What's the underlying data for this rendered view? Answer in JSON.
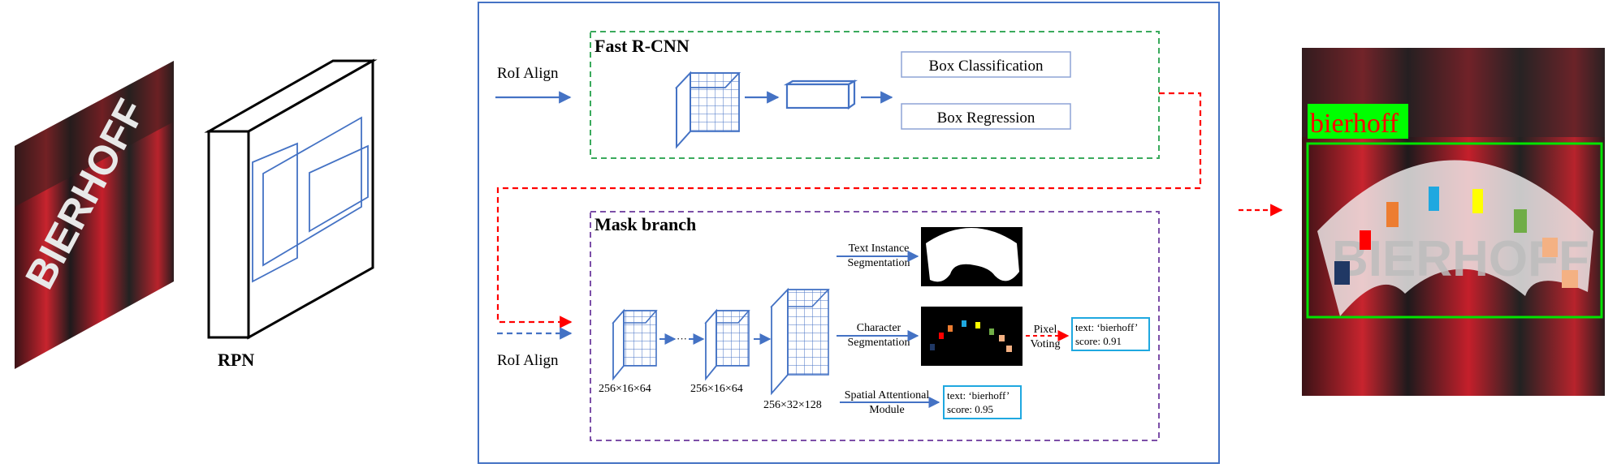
{
  "rpn_label": "RPN",
  "roi_align_top": "RoI Align",
  "roi_align_bottom": "RoI Align",
  "fast_rcnn": {
    "title": "Fast R-CNN",
    "box_classification": "Box Classification",
    "box_regression": "Box Regression"
  },
  "mask_branch": {
    "title": "Mask branch",
    "dim_1": "256×16×64",
    "dim_2": "256×16×64",
    "dim_3": "256×32×128",
    "ellipsis": "···",
    "text_instance_line1": "Text Instance",
    "text_instance_line2": "Segmentation",
    "character_line1": "Character",
    "character_line2": "Segmentation",
    "spatial_line1": "Spatial Attentional",
    "spatial_line2": "Module",
    "pixel_voting_line1": "Pixel",
    "pixel_voting_line2": "Voting",
    "result_pixel_text": "text: ‘bierhoff’",
    "result_pixel_score": "score: 0.91",
    "result_sam_text": "text: ‘bierhoff’",
    "result_sam_score": "score: 0.95"
  },
  "input_photo_text": "BIERHOFF",
  "output_photo_text": "BIERHOFF",
  "output_label": "bierhoff",
  "colors": {
    "blue": "#4472c4",
    "red": "#ff0000",
    "green_dash": "#3aaa5c",
    "purple_dash": "#7c4fa8",
    "result_box": "#1fa8e0",
    "output_green": "#00e400",
    "label_green_fill": "#00ff00"
  }
}
